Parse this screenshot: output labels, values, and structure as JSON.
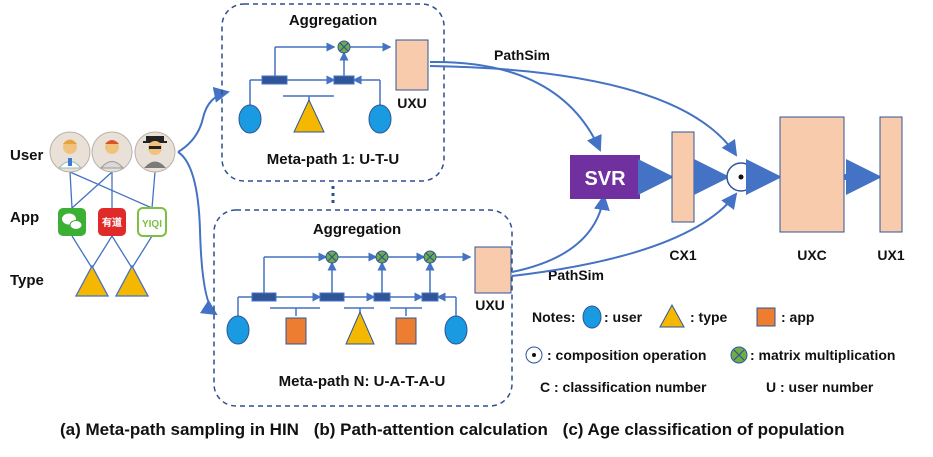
{
  "hin": {
    "user_label": "User",
    "app_label": "App",
    "type_label": "Type",
    "app_icon_wechat_text": "",
    "app_icon_youdao_text": "有道",
    "app_icon_iqiyi_text": "YIQI"
  },
  "metapath1": {
    "aggregation_label": "Aggregation",
    "matrix_label": "UXU",
    "title": "Meta-path 1: U-T-U"
  },
  "metapathN": {
    "aggregation_label": "Aggregation",
    "matrix_label": "UXU",
    "title": "Meta-path N: U-A-T-A-U"
  },
  "attention": {
    "pathsim_top": "PathSim",
    "pathsim_bottom": "PathSim",
    "svr_label": "SVR",
    "cx1_label": "CX1",
    "compose_symbol": "•"
  },
  "classification": {
    "uxc_label": "UXC",
    "ux1_label": "UX1"
  },
  "notes": {
    "prefix": "Notes:",
    "user": ": user",
    "type": ": type",
    "app": ": app",
    "composition": ": composition operation",
    "matrix_mult": ": matrix multiplication",
    "c_def": "C : classification number",
    "u_def": "U : user number"
  },
  "captions": {
    "a": "(a) Meta-path sampling in HIN",
    "b": "(b) Path-attention calculation",
    "c": "(c) Age classification of population"
  },
  "colors": {
    "user": "#1a9ae0",
    "type": "#f5b800",
    "app": "#ed7d31",
    "matrix": "#f8cbad",
    "svr": "#7030a0",
    "arrow": "#4472c4",
    "matmul": "#70ad47"
  }
}
